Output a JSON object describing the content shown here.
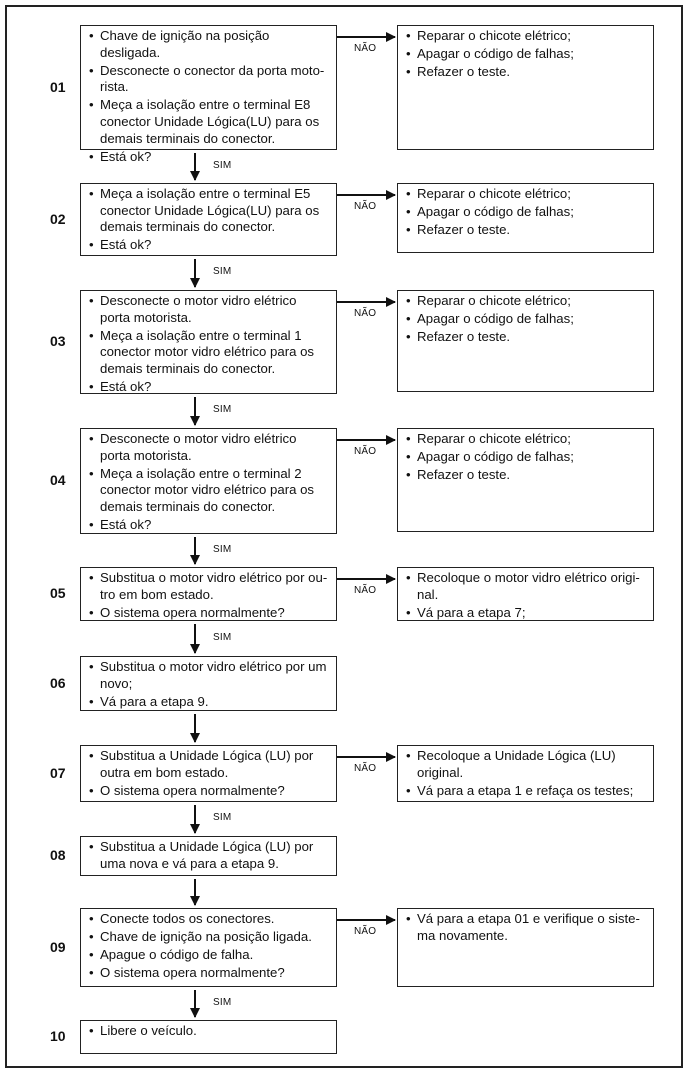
{
  "labels": {
    "no": "NÃO",
    "yes": "SIM"
  },
  "steps": [
    {
      "number": "01",
      "checks": [
        "Chave de ignição na posição desligada.",
        "Desconecte o conector da porta moto-rista.",
        "Meça a isolação entre o terminal E8 conector Unidade Lógica(LU) para os demais terminais  do conector.",
        "Está ok?"
      ],
      "no_actions": [
        "Reparar o chicote elétrico;",
        "Apagar o código de falhas;",
        "Refazer o teste."
      ],
      "next_label": "SIM"
    },
    {
      "number": "02",
      "checks": [
        "Meça a isolação entre o terminal E5 conector Unidade Lógica(LU) para os demais terminais  do conector.",
        "Está ok?"
      ],
      "no_actions": [
        "Reparar o chicote elétrico;",
        "Apagar o código de falhas;",
        "Refazer o teste."
      ],
      "next_label": "SIM"
    },
    {
      "number": "03",
      "checks": [
        "Desconecte o motor vidro elétrico porta motorista.",
        "Meça a isolação entre o terminal 1 conector motor vidro elétrico  para os demais terminais  do conector.",
        "Está ok?"
      ],
      "no_actions": [
        "Reparar o chicote elétrico;",
        "Apagar o código de falhas;",
        "Refazer o teste."
      ],
      "next_label": "SIM"
    },
    {
      "number": "04",
      "checks": [
        "Desconecte o motor vidro elétrico porta motorista.",
        "Meça a isolação entre o terminal 2 conector motor vidro elétrico  para os demais terminais  do conector.",
        "Está ok?"
      ],
      "no_actions": [
        "Reparar o chicote elétrico;",
        "Apagar o código de falhas;",
        "Refazer o teste."
      ],
      "next_label": "SIM"
    },
    {
      "number": "05",
      "checks": [
        "Substitua o motor vidro elétrico por ou-tro em bom estado.",
        "O sistema opera normalmente?"
      ],
      "no_actions": [
        "Recoloque o motor vidro elétrico origi-nal.",
        "Vá para a etapa 7;"
      ],
      "next_label": "SIM"
    },
    {
      "number": "06",
      "checks": [
        "Substitua o motor vidro elétrico por um novo;",
        "Vá para a etapa 9."
      ],
      "no_actions": [],
      "next_label": ""
    },
    {
      "number": "07",
      "checks": [
        "Substitua a Unidade Lógica (LU) por outra  em bom estado.",
        "O sistema opera normalmente?"
      ],
      "no_actions": [
        "Recoloque a Unidade Lógica (LU) original.",
        "Vá para a etapa 1 e refaça os testes;"
      ],
      "next_label": "SIM"
    },
    {
      "number": "08",
      "checks": [
        "Substitua a Unidade Lógica (LU) por uma nova e vá para a etapa 9."
      ],
      "no_actions": [],
      "next_label": ""
    },
    {
      "number": "09",
      "checks": [
        "Conecte todos os conectores.",
        "Chave de ignição na posição ligada.",
        "Apague o código de falha.",
        "O sistema opera normalmente?"
      ],
      "no_actions": [
        "Vá para a etapa 01 e verifique o siste-ma novamente."
      ],
      "next_label": "SIM"
    },
    {
      "number": "10",
      "checks": [
        "Libere o veículo."
      ],
      "no_actions": [],
      "next_label": null
    }
  ]
}
